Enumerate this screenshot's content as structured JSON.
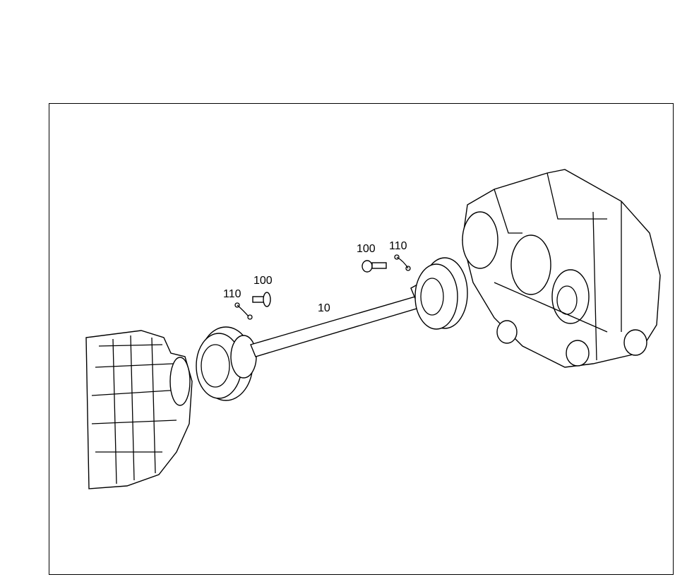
{
  "callouts": [
    {
      "id": "clip-left",
      "text": "110"
    },
    {
      "id": "bolt-left",
      "text": "100"
    },
    {
      "id": "propeller-shaft",
      "text": "10"
    },
    {
      "id": "bolt-right",
      "text": "100"
    },
    {
      "id": "clip-right",
      "text": "110"
    }
  ]
}
